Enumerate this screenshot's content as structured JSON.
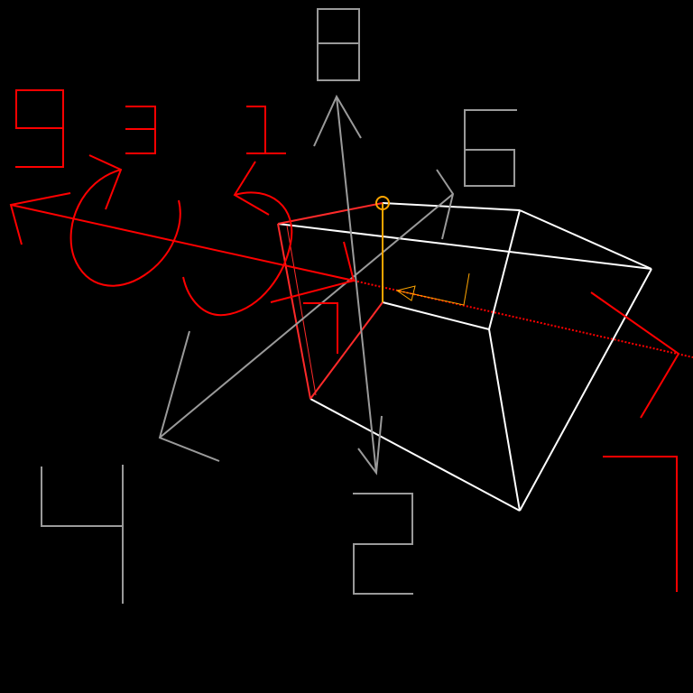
{
  "colors": {
    "background": "#000000",
    "frustum": "#ffffff",
    "near_plane": "#ff3030",
    "axis_primary": "#ff0000",
    "axis_secondary": "#9a9a9a",
    "highlight": "#ffa500"
  },
  "labels": {
    "x_axis": "9",
    "rotate_x_axis": "3",
    "rotate_y_axis": "1",
    "z_axis": "8",
    "z_negative": "2",
    "y_axis": "6",
    "y_negative": "4",
    "x_negative": "7"
  }
}
